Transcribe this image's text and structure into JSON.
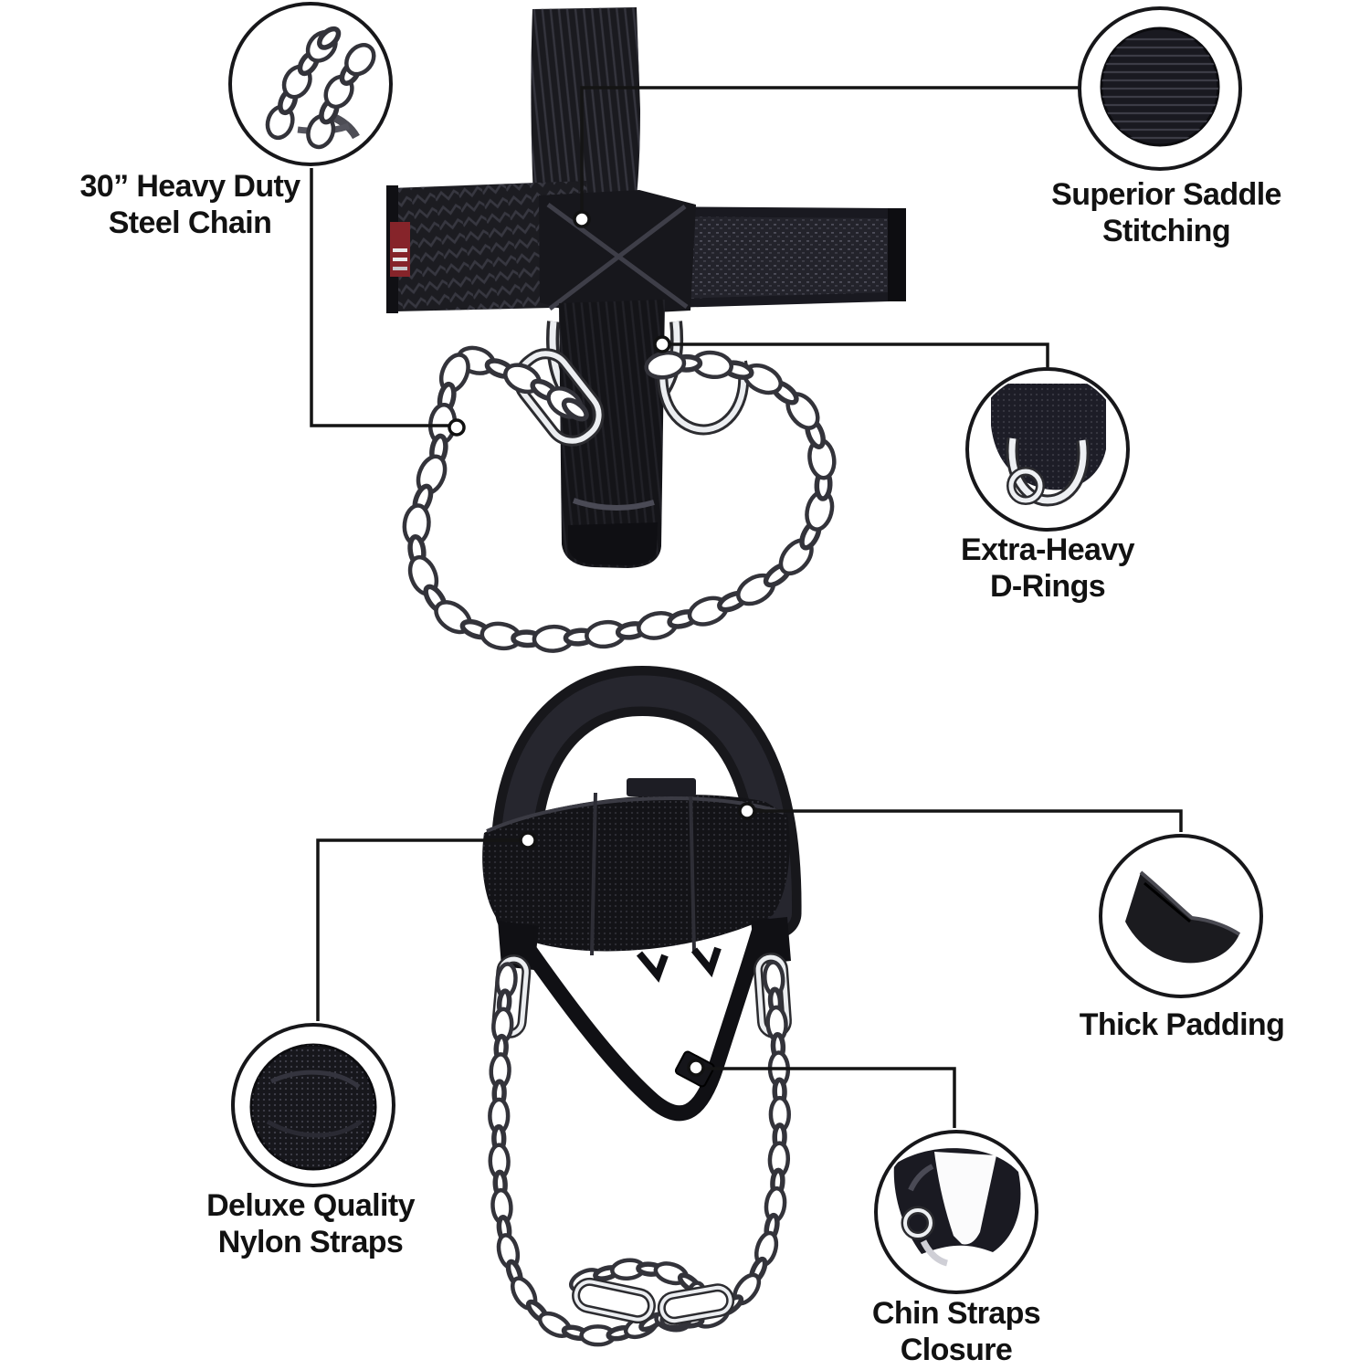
{
  "title": "Head harness product feature infographic",
  "colors": {
    "ink": "#17171a",
    "line": "#141414",
    "metal_outline": "#33333a",
    "metal_fill": "#ffffff",
    "label_red": "#86242a",
    "text": "#121212",
    "background": "#ffffff"
  },
  "callouts": {
    "steel_chain": {
      "line1": "30” Heavy Duty",
      "line2": "Steel Chain",
      "icon": "chain-closeup-icon"
    },
    "saddle_stitching": {
      "line1": "Superior Saddle",
      "line2": "Stitching",
      "icon": "stitched-fabric-icon"
    },
    "d_rings": {
      "line1": "Extra-Heavy",
      "line2": "D-Rings",
      "icon": "d-ring-closeup-icon"
    },
    "thick_padding": {
      "line1": "Thick Padding",
      "line2": "",
      "icon": "padding-cross-section-icon"
    },
    "nylon_straps": {
      "line1": "Deluxe Quality",
      "line2": "Nylon Straps",
      "icon": "nylon-mesh-icon"
    },
    "chin_straps": {
      "line1": "Chin Straps",
      "line2": "Closure",
      "icon": "chin-strap-closure-icon"
    }
  }
}
